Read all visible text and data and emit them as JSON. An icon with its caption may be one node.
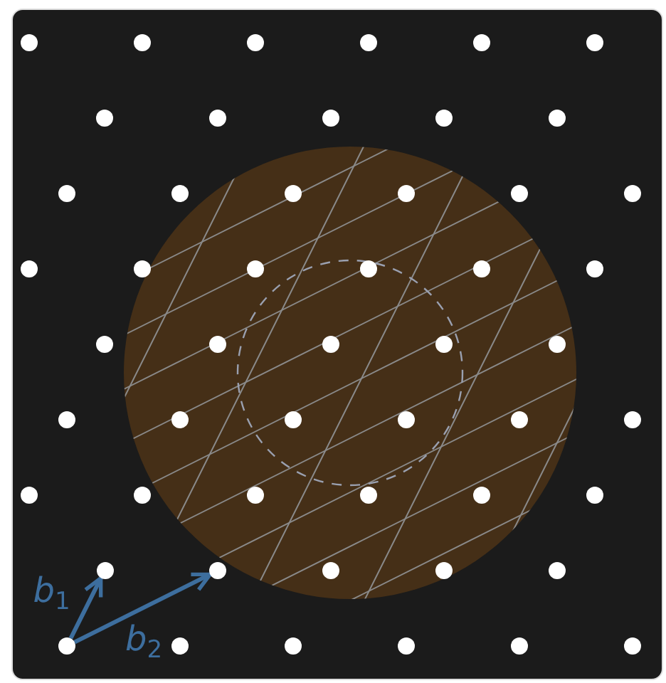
{
  "diagram": {
    "nodes": [
      {
        "text": [],
        "shape": "circle"
      },
      {
        "text": [],
        "shape": "circle"
      },
      {
        "text": [],
        "shape": "circle"
      }
    ],
    "edges": [
      {
        "from": 2,
        "to": 0,
        "arrow": "to",
        "label": "b$_{1}$"
      },
      {
        "from": 2,
        "to": 1,
        "arrow": "to",
        "label": "b$_{2}$"
      }
    ]
  }
}
